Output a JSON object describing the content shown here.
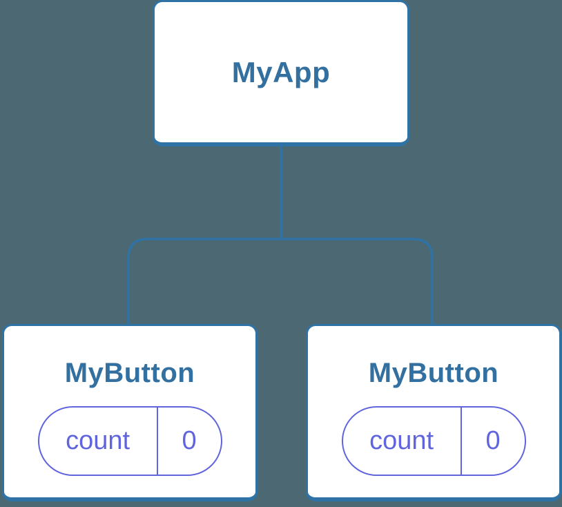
{
  "colors": {
    "background": "#4C6872",
    "connector": "#2F73A6",
    "node_border": "#2F73A6",
    "node_background": "#FFFFFF",
    "node_label": "#33709F",
    "state_accent": "#6065DD"
  },
  "tree": {
    "root": {
      "label": "MyApp"
    },
    "children": [
      {
        "label": "MyButton",
        "state": {
          "key": "count",
          "value": "0"
        }
      },
      {
        "label": "MyButton",
        "state": {
          "key": "count",
          "value": "0"
        }
      }
    ]
  }
}
